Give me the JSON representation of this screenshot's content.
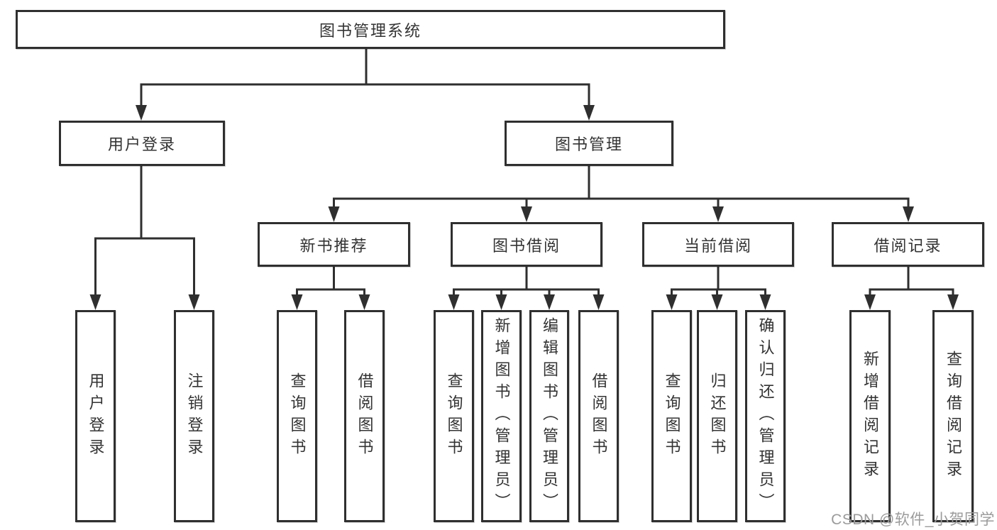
{
  "diagram": {
    "title": "图书管理系统",
    "root": {
      "id": "root",
      "label": "图书管理系统"
    },
    "branches": [
      {
        "id": "user-login",
        "label": "用户登录",
        "parent": "图书管理系统"
      },
      {
        "id": "book-management",
        "label": "图书管理",
        "parent": "图书管理系统"
      }
    ],
    "modules": [
      {
        "id": "new-book-recommend",
        "label": "新书推荐",
        "parent": "图书管理"
      },
      {
        "id": "book-borrow",
        "label": "图书借阅",
        "parent": "图书管理"
      },
      {
        "id": "current-borrow",
        "label": "当前借阅",
        "parent": "图书管理"
      },
      {
        "id": "borrow-records",
        "label": "借阅记录",
        "parent": "图书管理"
      }
    ],
    "leaves": [
      {
        "id": "leaf-user-login",
        "label": "用户登录",
        "parent": "用户登录"
      },
      {
        "id": "leaf-logout",
        "label": "注销登录",
        "parent": "用户登录"
      },
      {
        "id": "leaf-query-books-recommend",
        "label": "查询图书",
        "parent": "新书推荐"
      },
      {
        "id": "leaf-borrow-books-recommend",
        "label": "借阅图书",
        "parent": "新书推荐"
      },
      {
        "id": "leaf-query-books-borrow",
        "label": "查询图书",
        "parent": "图书借阅"
      },
      {
        "id": "leaf-add-books-admin",
        "label": "新增图书（管理员）",
        "parent": "图书借阅"
      },
      {
        "id": "leaf-edit-books-admin",
        "label": "编辑图书（管理员）",
        "parent": "图书借阅"
      },
      {
        "id": "leaf-borrow-books",
        "label": "借阅图书",
        "parent": "图书借阅"
      },
      {
        "id": "leaf-query-books-current",
        "label": "查询图书",
        "parent": "当前借阅"
      },
      {
        "id": "leaf-return-books",
        "label": "归还图书",
        "parent": "当前借阅"
      },
      {
        "id": "leaf-confirm-return-admin",
        "label": "确认归还（管理员）",
        "parent": "当前借阅"
      },
      {
        "id": "leaf-add-borrow-record",
        "label": "新增借阅记录",
        "parent": "借阅记录"
      },
      {
        "id": "leaf-query-borrow-record",
        "label": "查询借阅记录",
        "parent": "借阅记录"
      }
    ]
  },
  "watermark": {
    "text": "CSDN @软件_小贺同学"
  },
  "colors": {
    "line": "#2f2f2f",
    "box_border": "#2f2f2f",
    "text": "#333333",
    "watermark": "#9b9b9b",
    "background": "#ffffff"
  }
}
